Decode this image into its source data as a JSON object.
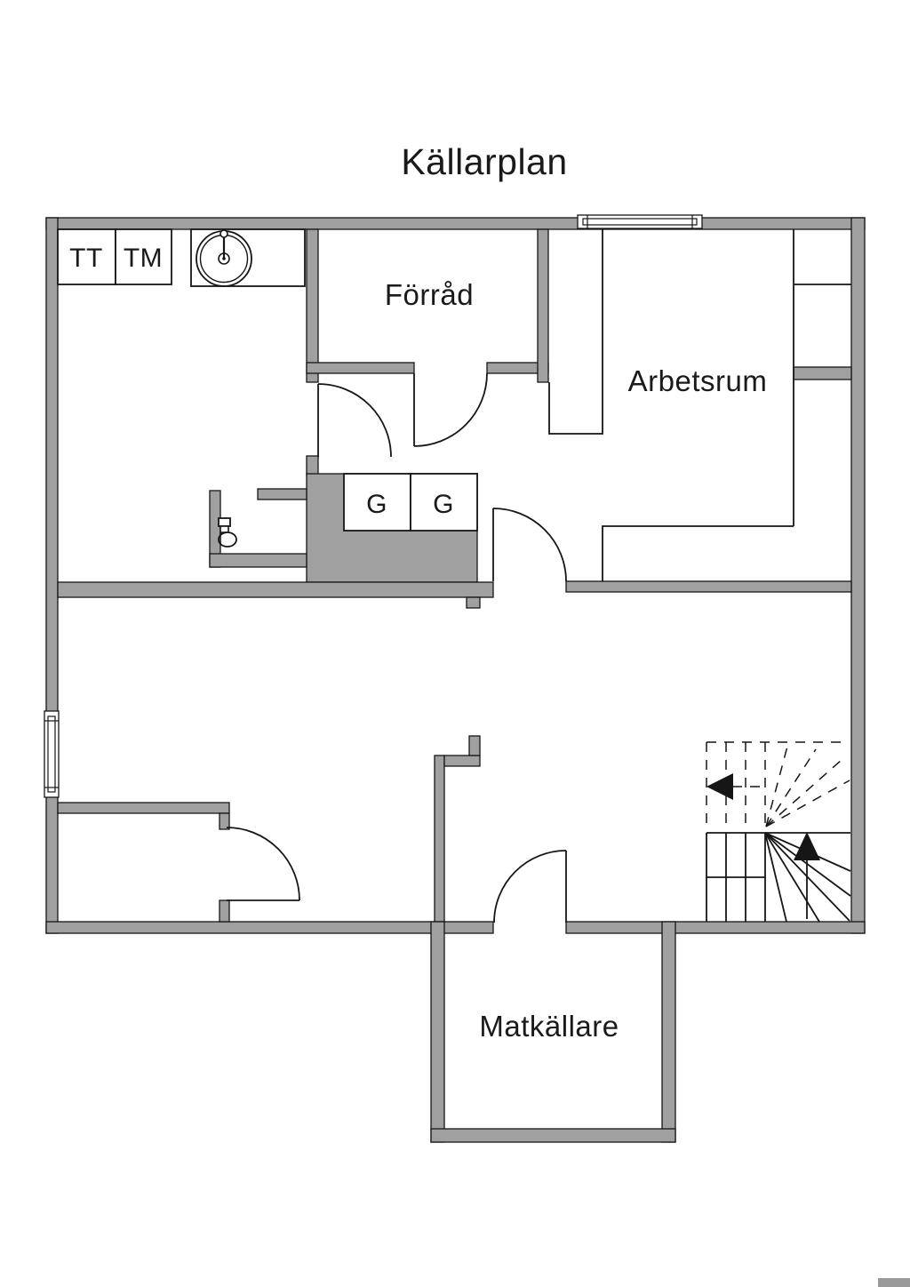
{
  "title": "Källarplan",
  "floorplan": {
    "rooms": [
      {
        "id": "forrad",
        "label": "Förråd"
      },
      {
        "id": "arbetsrum",
        "label": "Arbetsrum"
      },
      {
        "id": "matkallare",
        "label": "Matkällare"
      }
    ],
    "fixtures": {
      "tt_label": "TT",
      "tm_label": "TM",
      "wardrobe1_label": "G",
      "wardrobe2_label": "G"
    },
    "icons": [
      "sink-icon",
      "toilet-icon",
      "window-icon",
      "stairs-up-arrow-icon",
      "stairs-flight-arrow-icon"
    ]
  },
  "colors": {
    "wall": "#a0a0a0",
    "line": "#161616",
    "text": "#1a1a1a",
    "background": "#ffffff"
  }
}
